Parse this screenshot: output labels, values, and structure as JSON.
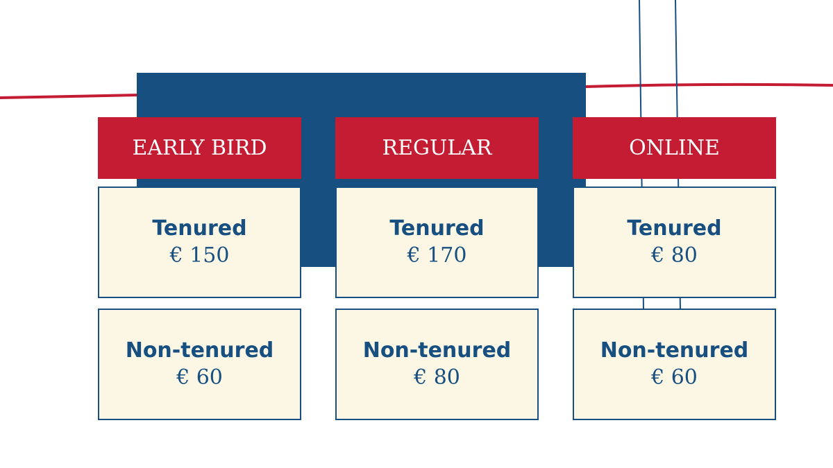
{
  "colors": {
    "navy": "#164f80",
    "red": "#c41c32",
    "cream": "#fcf7e4"
  },
  "columns": [
    {
      "header": "EARLY BIRD",
      "tiers": [
        {
          "label": "Tenured",
          "price": "€ 150"
        },
        {
          "label": "Non-tenured",
          "price": "€ 60"
        }
      ]
    },
    {
      "header": "REGULAR",
      "tiers": [
        {
          "label": "Tenured",
          "price": "€ 170"
        },
        {
          "label": "Non-tenured",
          "price": "€ 80"
        }
      ]
    },
    {
      "header": "ONLINE",
      "tiers": [
        {
          "label": "Tenured",
          "price": "€ 80"
        },
        {
          "label": "Non-tenured",
          "price": "€ 60"
        }
      ]
    }
  ]
}
